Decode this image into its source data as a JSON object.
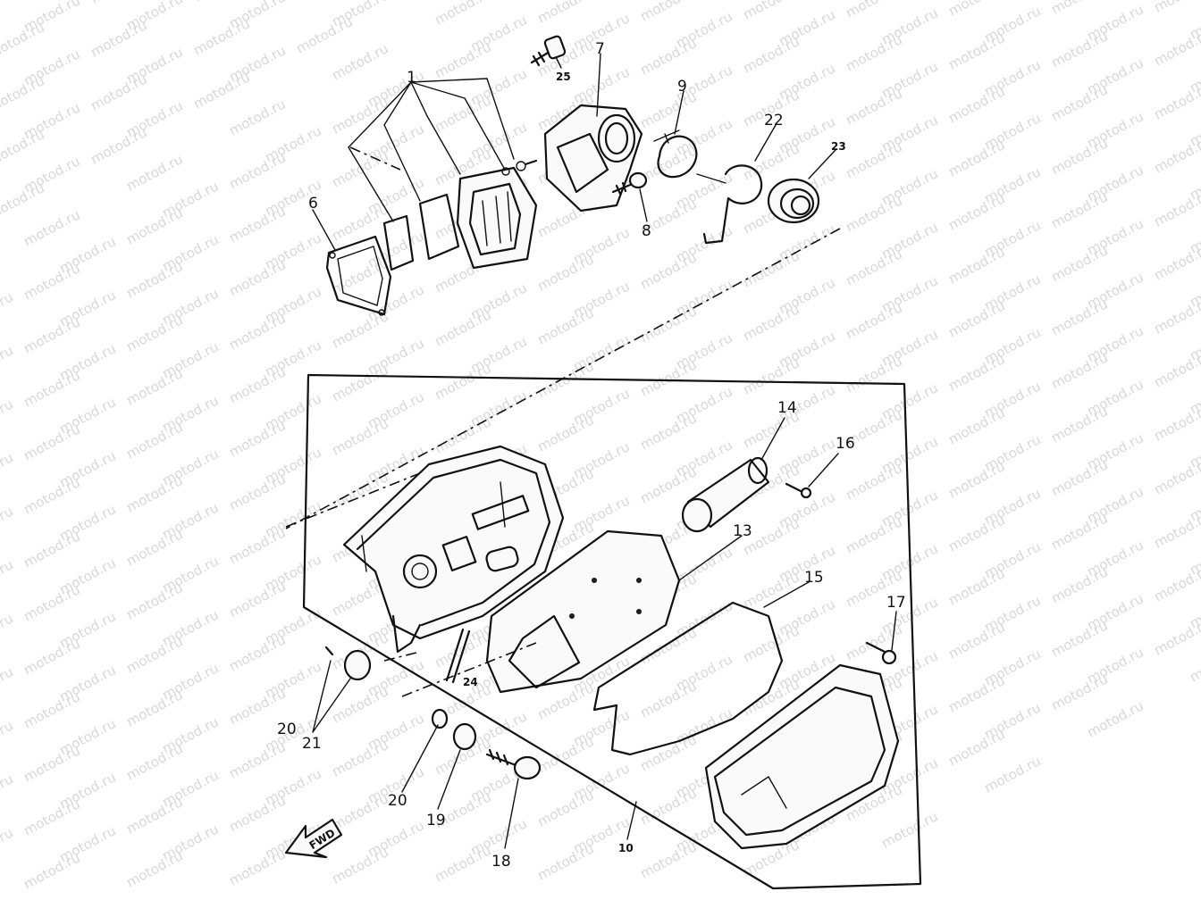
{
  "watermark": "motod.ru",
  "direction_label": "FWD",
  "callouts": {
    "c1": "1",
    "c6": "6",
    "c7": "7",
    "c8": "8",
    "c9": "9",
    "c10": "10",
    "c13": "13",
    "c14": "14",
    "c15": "15",
    "c16": "16",
    "c17": "17",
    "c18": "18",
    "c19": "19",
    "c20a": "20",
    "c20b": "20",
    "c21": "21",
    "c22": "22",
    "c23": "23",
    "c24": "24",
    "c25": "25"
  }
}
